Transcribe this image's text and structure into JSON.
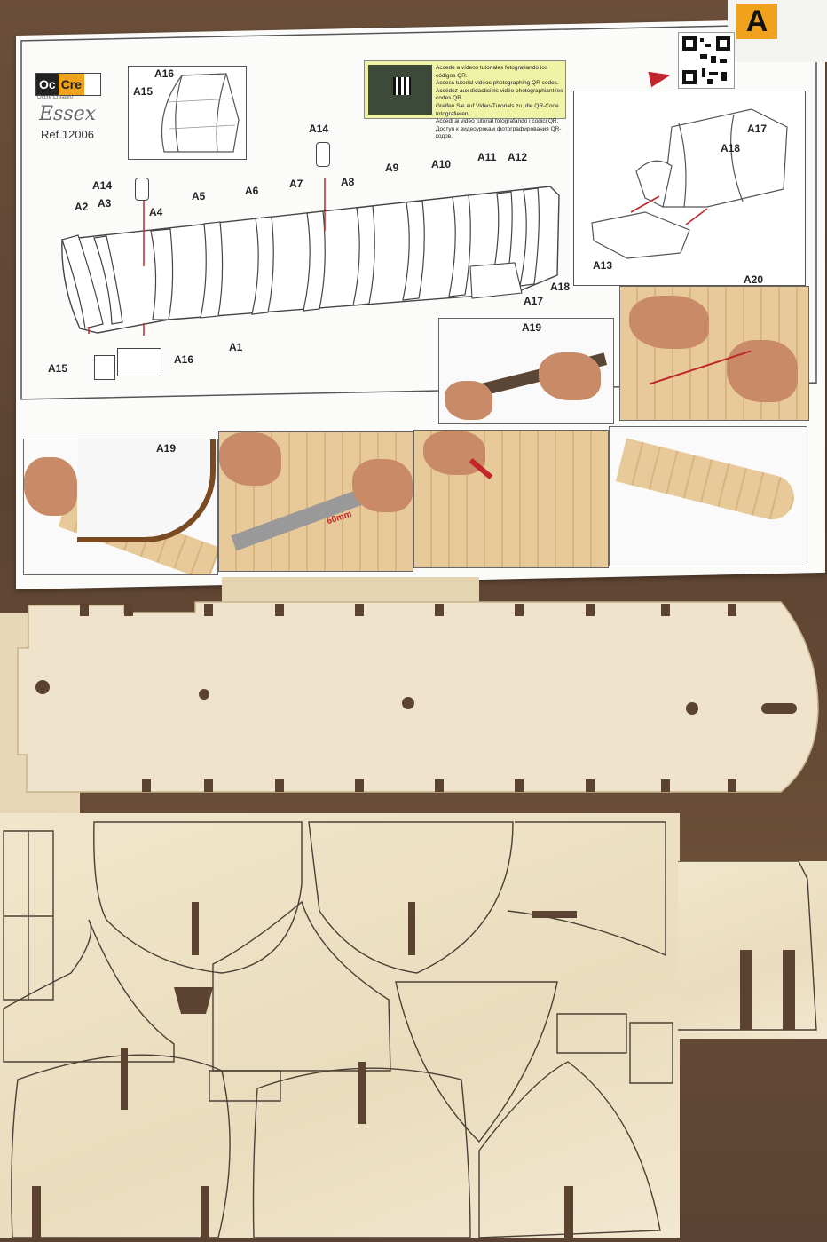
{
  "sheet": {
    "badge": "A",
    "brand": {
      "left": "Oc",
      "right": "Cre",
      "tagline": "Occre Creativo"
    },
    "model_name": "Essex",
    "reference": "Ref.12006",
    "qr_notice": [
      "Accede a vídeos tutoriales fotografiando los códigos QR.",
      "Access tutorial videos photographing QR codes.",
      "Accédez aux didacticiels vidéo photographiant les codes QR.",
      "Greifen Sie auf Video-Tutorials zu, die QR-Code fotografieren.",
      "Accedi ai video tutorial fotografando i codici QR.",
      "Доступ к видеоурокам фотографирования QR-кодов."
    ],
    "part_labels": {
      "a1": "A1",
      "a2": "A2",
      "a3": "A3",
      "a4": "A4",
      "a5": "A5",
      "a6": "A6",
      "a7": "A7",
      "a8": "A8",
      "a9": "A9",
      "a10": "A10",
      "a11": "A11",
      "a12": "A12",
      "a13": "A13",
      "a14": "A14",
      "a15": "A15",
      "a16": "A16",
      "a17": "A17",
      "a18": "A18",
      "a19": "A19",
      "a20": "A20"
    },
    "measure": "60mm"
  },
  "colors": {
    "accent_orange": "#f0a21d",
    "arrow_red": "#c0262b",
    "plywood": "#eadcbd",
    "table_wood": "#5c4331"
  }
}
